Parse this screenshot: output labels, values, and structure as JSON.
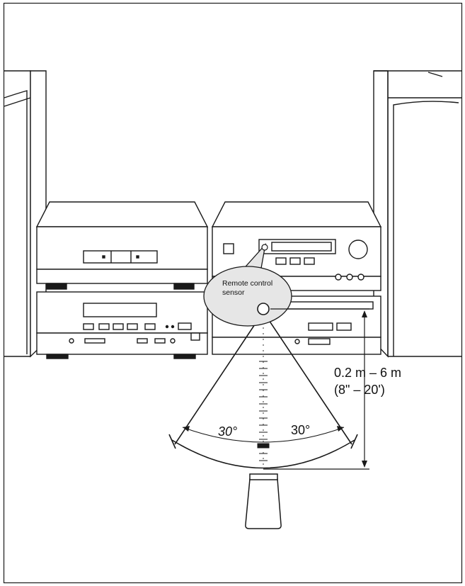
{
  "diagram": {
    "callout": {
      "line1": "Remote control",
      "line2": "sensor"
    },
    "distance": {
      "range": "0.2 m – 6 m",
      "range_imperial": "(8\" – 20')"
    },
    "angles": {
      "left": "30°",
      "right": "30°"
    }
  },
  "colors": {
    "line": "#1a1a1a",
    "background": "#ffffff",
    "callout_fill": "#e6e6e6",
    "panel_fill": "#f4f4f4"
  }
}
